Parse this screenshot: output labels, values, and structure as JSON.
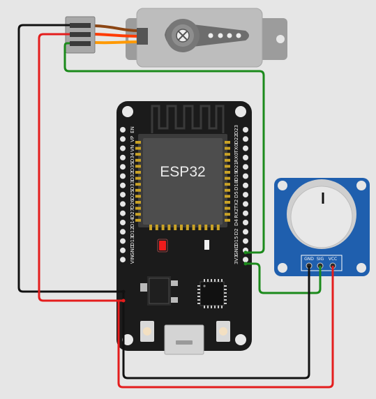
{
  "diagram": {
    "board": {
      "chip_label": "ESP32",
      "left_pins": [
        "EN",
        "VP",
        "VN",
        "D34",
        "D35",
        "D32",
        "D33",
        "D25",
        "D26",
        "D27",
        "D14",
        "D12",
        "D13",
        "GND",
        "VIN"
      ],
      "right_pins": [
        "D23",
        "D22",
        "TX0",
        "RX0",
        "D21",
        "D19",
        "D18",
        "D5",
        "TX2",
        "RX2",
        "D4",
        "D2",
        "D15",
        "GND",
        "3V3"
      ]
    },
    "potentiometer": {
      "pins": [
        "GND",
        "SIG",
        "VCC"
      ]
    },
    "colors": {
      "background": "#e6e6e6",
      "board": "#1b1b1b",
      "module": "#4a4a4a",
      "wire_black": "#111111",
      "wire_red": "#e41d1d",
      "wire_green": "#1b8a1b",
      "pot_board": "#1f5fae",
      "led": "#ee1c1c"
    }
  }
}
